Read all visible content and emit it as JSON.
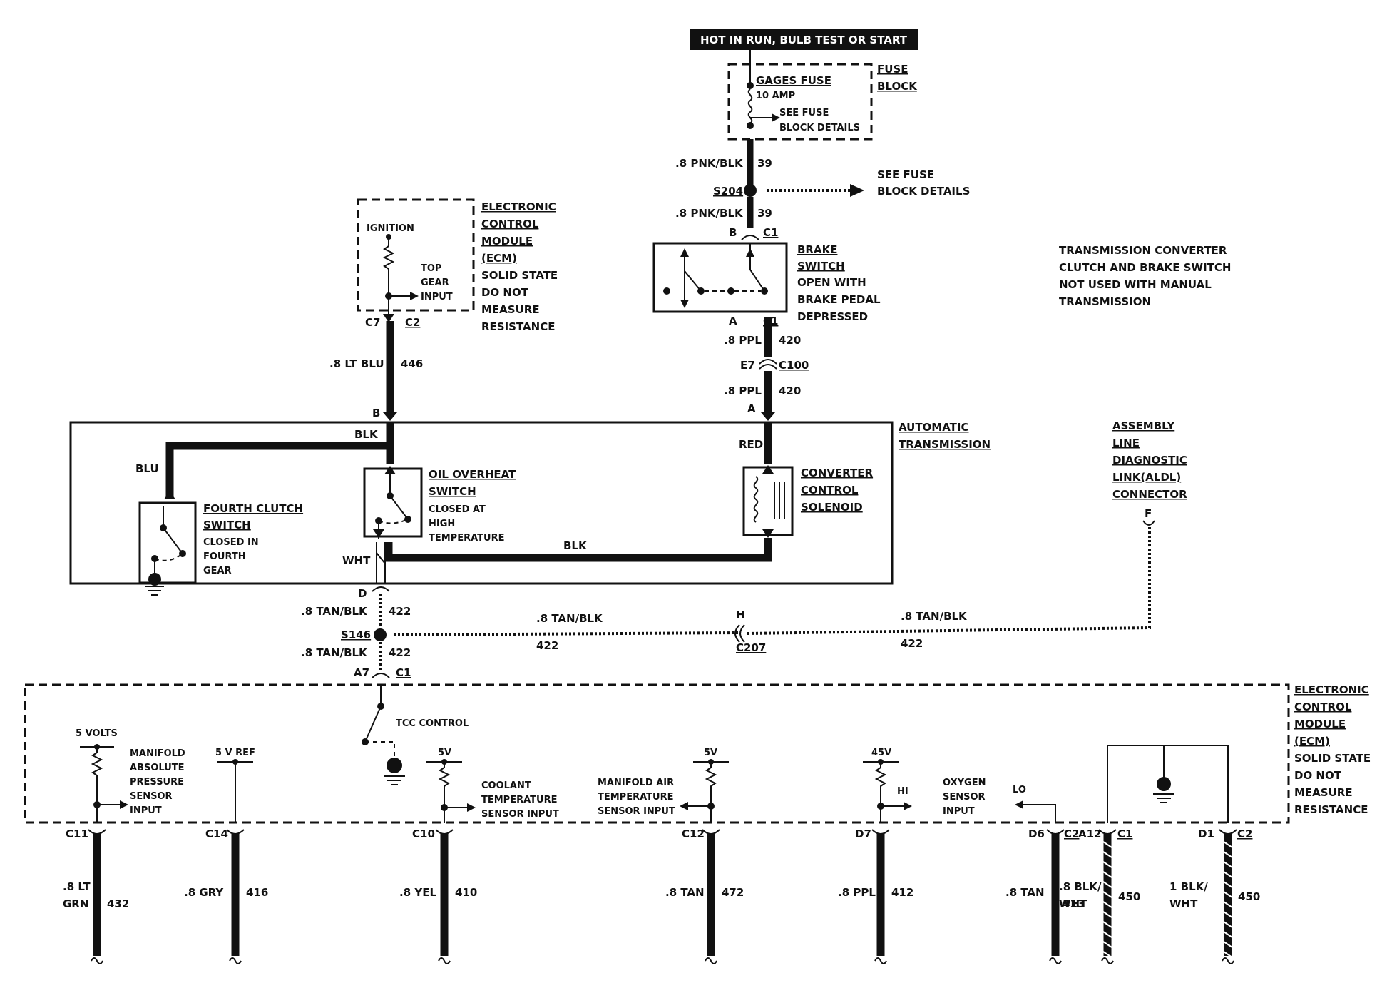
{
  "power_label": "HOT IN RUN, BULB TEST OR START",
  "fuse": {
    "name": "GAGES FUSE",
    "rating": "10 AMP",
    "note1": "SEE FUSE",
    "note2": "BLOCK DETAILS",
    "block1": "FUSE",
    "block2": "BLOCK"
  },
  "splice_s204": {
    "name": "S204",
    "note1": "SEE FUSE",
    "note2": "BLOCK DETAILS"
  },
  "brake_wires": {
    "w1_color": ".8 PNK/BLK",
    "w1_num": "39",
    "w2_color": ".8 PNK/BLK",
    "w2_num": "39",
    "w3_color": ".8 PPL",
    "w3_num": "420",
    "w4_color": ".8 PPL",
    "w4_num": "420"
  },
  "brake_switch": {
    "t1": "BRAKE",
    "t2": "SWITCH",
    "d1": "OPEN WITH",
    "d2": "BRAKE PEDAL",
    "d3": "DEPRESSED",
    "pin_b": "B",
    "pin_a": "A",
    "conn": "C1",
    "conn2": "C1",
    "c100_pin": "E7",
    "c100": "C100",
    "trans_pin": "A"
  },
  "ecm_top": {
    "t1": "ELECTRONIC",
    "t2": "CONTROL",
    "t3": "MODULE",
    "t4": "(ECM)",
    "d1": "SOLID STATE",
    "d2": "DO NOT",
    "d3": "MEASURE",
    "d4": "RESISTANCE",
    "ignition": "IGNITION",
    "in1": "TOP",
    "in2": "GEAR",
    "in3": "INPUT",
    "pin": "C7",
    "conn": "C2",
    "wire_color": ".8 LT BLU",
    "wire_num": "446",
    "trans_pin": "B"
  },
  "note": {
    "l1": "TRANSMISSION CONVERTER",
    "l2": "CLUTCH AND BRAKE SWITCH",
    "l3": "NOT USED WITH MANUAL",
    "l4": "TRANSMISSION"
  },
  "transmission": {
    "t1": "AUTOMATIC",
    "t2": "TRANSMISSION",
    "blk_top": "BLK",
    "blu": "BLU",
    "red": "RED",
    "wht": "WHT",
    "blk_bottom": "BLK"
  },
  "fourth_clutch": {
    "t1": "FOURTH CLUTCH",
    "t2": "SWITCH",
    "d1": "CLOSED IN",
    "d2": "FOURTH",
    "d3": "GEAR"
  },
  "oil_overheat": {
    "t1": "OIL OVERHEAT",
    "t2": "SWITCH",
    "d1": "CLOSED AT",
    "d2": "HIGH",
    "d3": "TEMPERATURE"
  },
  "converter": {
    "t1": "CONVERTER",
    "t2": "CONTROL",
    "t3": "SOLENOID"
  },
  "aldl": {
    "t1": "ASSEMBLY",
    "t2": "LINE",
    "t3": "DIAGNOSTIC",
    "t4": "LINK(ALDL)",
    "t5": "CONNECTOR",
    "pin": "F"
  },
  "tcc_circuit": {
    "pin_d": "D",
    "w1_color": ".8 TAN/BLK",
    "w1_num": "422",
    "splice": "S146",
    "w2_color": ".8 TAN/BLK",
    "w2_num": "422",
    "pin_a7": "A7",
    "conn": "C1",
    "mid_color": ".8 TAN/BLK",
    "mid_num": "422",
    "c207_pin": "H",
    "c207": "C207",
    "right_color": ".8 TAN/BLK",
    "right_num": "422"
  },
  "ecm_bottom": {
    "t1": "ELECTRONIC",
    "t2": "CONTROL",
    "t3": "MODULE",
    "t4": "(ECM)",
    "d1": "SOLID STATE",
    "d2": "DO NOT",
    "d3": "MEASURE",
    "d4": "RESISTANCE",
    "tcc": "TCC CONTROL",
    "map_volts": "5 VOLTS",
    "map1": "MANIFOLD",
    "map2": "ABSOLUTE",
    "map3": "PRESSURE",
    "map4": "SENSOR",
    "map5": "INPUT",
    "ref": "5 V REF",
    "clt_v": "5V",
    "clt1": "COOLANT",
    "clt2": "TEMPERATURE",
    "clt3": "SENSOR INPUT",
    "mat_v": "5V",
    "mat1": "MANIFOLD AIR",
    "mat2": "TEMPERATURE",
    "mat3": "SENSOR INPUT",
    "o2_v": "45V",
    "o2_hi": "HI",
    "o2_lo": "LO",
    "o2_1": "OXYGEN",
    "o2_2": "SENSOR",
    "o2_3": "INPUT"
  },
  "bottom_wires": [
    {
      "pin": "C11",
      "conn": "",
      "c1": ".8 LT",
      "c2": "GRN",
      "num": "432"
    },
    {
      "pin": "C14",
      "conn": "",
      "c1": ".8 GRY",
      "c2": "",
      "num": "416"
    },
    {
      "pin": "C10",
      "conn": "",
      "c1": ".8 YEL",
      "c2": "",
      "num": "410"
    },
    {
      "pin": "C12",
      "conn": "",
      "c1": ".8 TAN",
      "c2": "",
      "num": "472"
    },
    {
      "pin": "D7",
      "conn": "",
      "c1": ".8 PPL",
      "c2": "",
      "num": "412"
    },
    {
      "pin": "D6",
      "conn": "C2",
      "c1": ".8 TAN",
      "c2": "",
      "num": "413"
    },
    {
      "pin": "A12",
      "conn": "C1",
      "c1": ".8 BLK/",
      "c2": "WHT",
      "num": "450"
    },
    {
      "pin": "D1",
      "conn": "C2",
      "c1": "1 BLK/",
      "c2": "WHT",
      "num": "450"
    }
  ]
}
